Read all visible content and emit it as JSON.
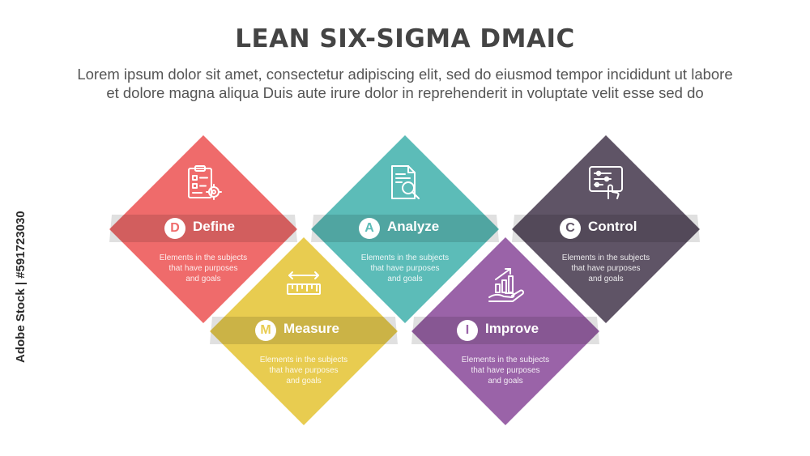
{
  "header": {
    "title": "LEAN SIX-SIGMA DMAIC",
    "subtitle_line1": "Lorem ipsum dolor sit amet, consectetur adipiscing elit, sed do eiusmod tempor incididunt ut labore",
    "subtitle_line2": "et dolore magna aliqua Duis aute irure dolor in reprehenderit in voluptate velit esse sed do"
  },
  "watermark": "Adobe Stock | #591723030",
  "steps": [
    {
      "letter": "D",
      "label": "Define",
      "color": "#ef6b6b",
      "icon": "clipboard-checklist-icon",
      "desc": [
        "Elements in the subjects",
        "that have purposes",
        "and  goals"
      ]
    },
    {
      "letter": "M",
      "label": "Measure",
      "color": "#e8cc50",
      "icon": "ruler-icon",
      "desc": [
        "Elements in the subjects",
        "that have purposes",
        "and  goals"
      ]
    },
    {
      "letter": "A",
      "label": "Analyze",
      "color": "#5cbcb8",
      "icon": "document-search-icon",
      "desc": [
        "Elements in the subjects",
        "that have purposes",
        "and  goals"
      ]
    },
    {
      "letter": "I",
      "label": "Improve",
      "color": "#9a63a8",
      "icon": "growth-chart-hand-icon",
      "desc": [
        "Elements in the subjects",
        "that have purposes",
        "and  goals"
      ]
    },
    {
      "letter": "C",
      "label": "Control",
      "color": "#5f5466",
      "icon": "control-panel-touch-icon",
      "desc": [
        "Elements in the subjects",
        "that have purposes",
        "and  goals"
      ]
    }
  ]
}
